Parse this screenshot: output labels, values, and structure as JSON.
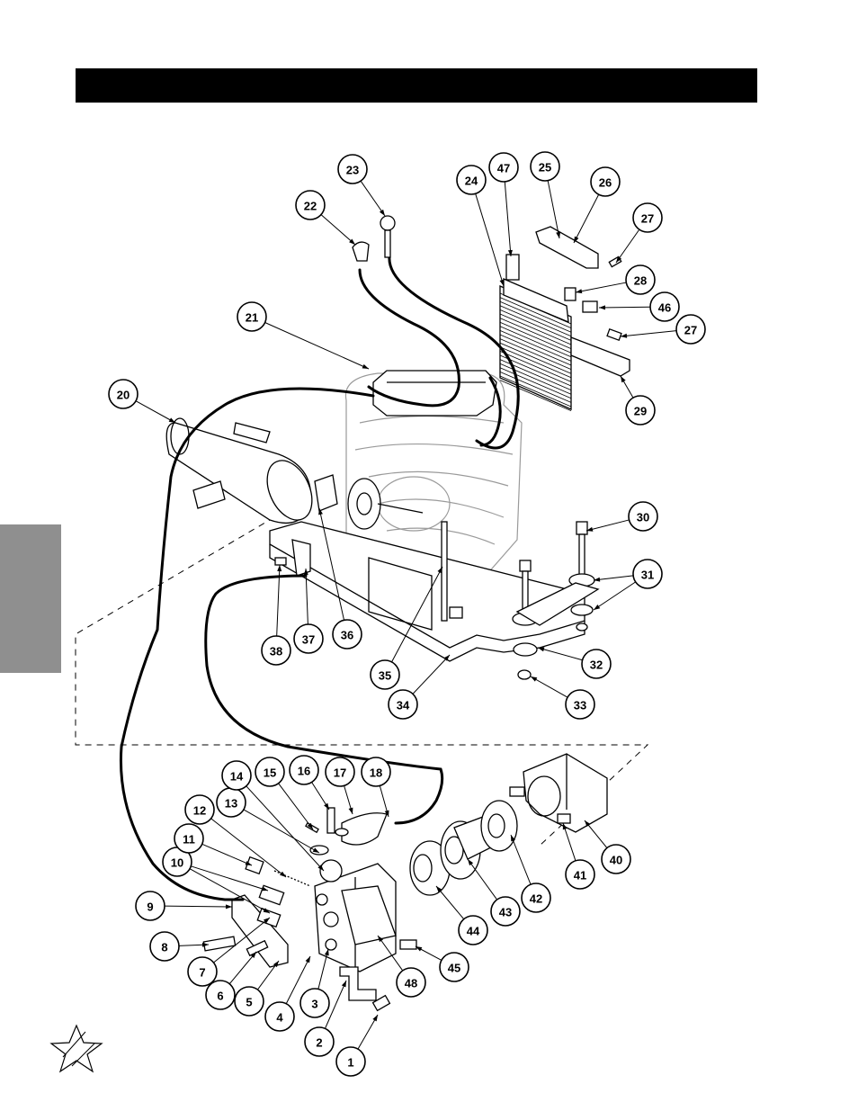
{
  "callouts": [
    {
      "id": "c1",
      "label": "1"
    },
    {
      "id": "c2",
      "label": "2"
    },
    {
      "id": "c3",
      "label": "3"
    },
    {
      "id": "c4",
      "label": "4"
    },
    {
      "id": "c5",
      "label": "5"
    },
    {
      "id": "c6",
      "label": "6"
    },
    {
      "id": "c7",
      "label": "7"
    },
    {
      "id": "c8",
      "label": "8"
    },
    {
      "id": "c9",
      "label": "9"
    },
    {
      "id": "c10",
      "label": "10"
    },
    {
      "id": "c11",
      "label": "11"
    },
    {
      "id": "c12",
      "label": "12"
    },
    {
      "id": "c13",
      "label": "13"
    },
    {
      "id": "c14",
      "label": "14"
    },
    {
      "id": "c15",
      "label": "15"
    },
    {
      "id": "c16",
      "label": "16"
    },
    {
      "id": "c17",
      "label": "17"
    },
    {
      "id": "c18",
      "label": "18"
    },
    {
      "id": "c20",
      "label": "20"
    },
    {
      "id": "c21",
      "label": "21"
    },
    {
      "id": "c22",
      "label": "22"
    },
    {
      "id": "c23",
      "label": "23"
    },
    {
      "id": "c24",
      "label": "24"
    },
    {
      "id": "c25",
      "label": "25"
    },
    {
      "id": "c26",
      "label": "26"
    },
    {
      "id": "c27a",
      "label": "27"
    },
    {
      "id": "c27b",
      "label": "27"
    },
    {
      "id": "c28",
      "label": "28"
    },
    {
      "id": "c29",
      "label": "29"
    },
    {
      "id": "c30",
      "label": "30"
    },
    {
      "id": "c31",
      "label": "31"
    },
    {
      "id": "c32",
      "label": "32"
    },
    {
      "id": "c33",
      "label": "33"
    },
    {
      "id": "c34",
      "label": "34"
    },
    {
      "id": "c35",
      "label": "35"
    },
    {
      "id": "c36",
      "label": "36"
    },
    {
      "id": "c37",
      "label": "37"
    },
    {
      "id": "c38",
      "label": "38"
    },
    {
      "id": "c40",
      "label": "40"
    },
    {
      "id": "c41",
      "label": "41"
    },
    {
      "id": "c42",
      "label": "42"
    },
    {
      "id": "c43",
      "label": "43"
    },
    {
      "id": "c44",
      "label": "44"
    },
    {
      "id": "c45",
      "label": "45"
    },
    {
      "id": "c46",
      "label": "46"
    },
    {
      "id": "c47",
      "label": "47"
    },
    {
      "id": "c48",
      "label": "48"
    }
  ],
  "header": {
    "title": ""
  },
  "logo": {
    "icon": "star-logo-icon"
  }
}
